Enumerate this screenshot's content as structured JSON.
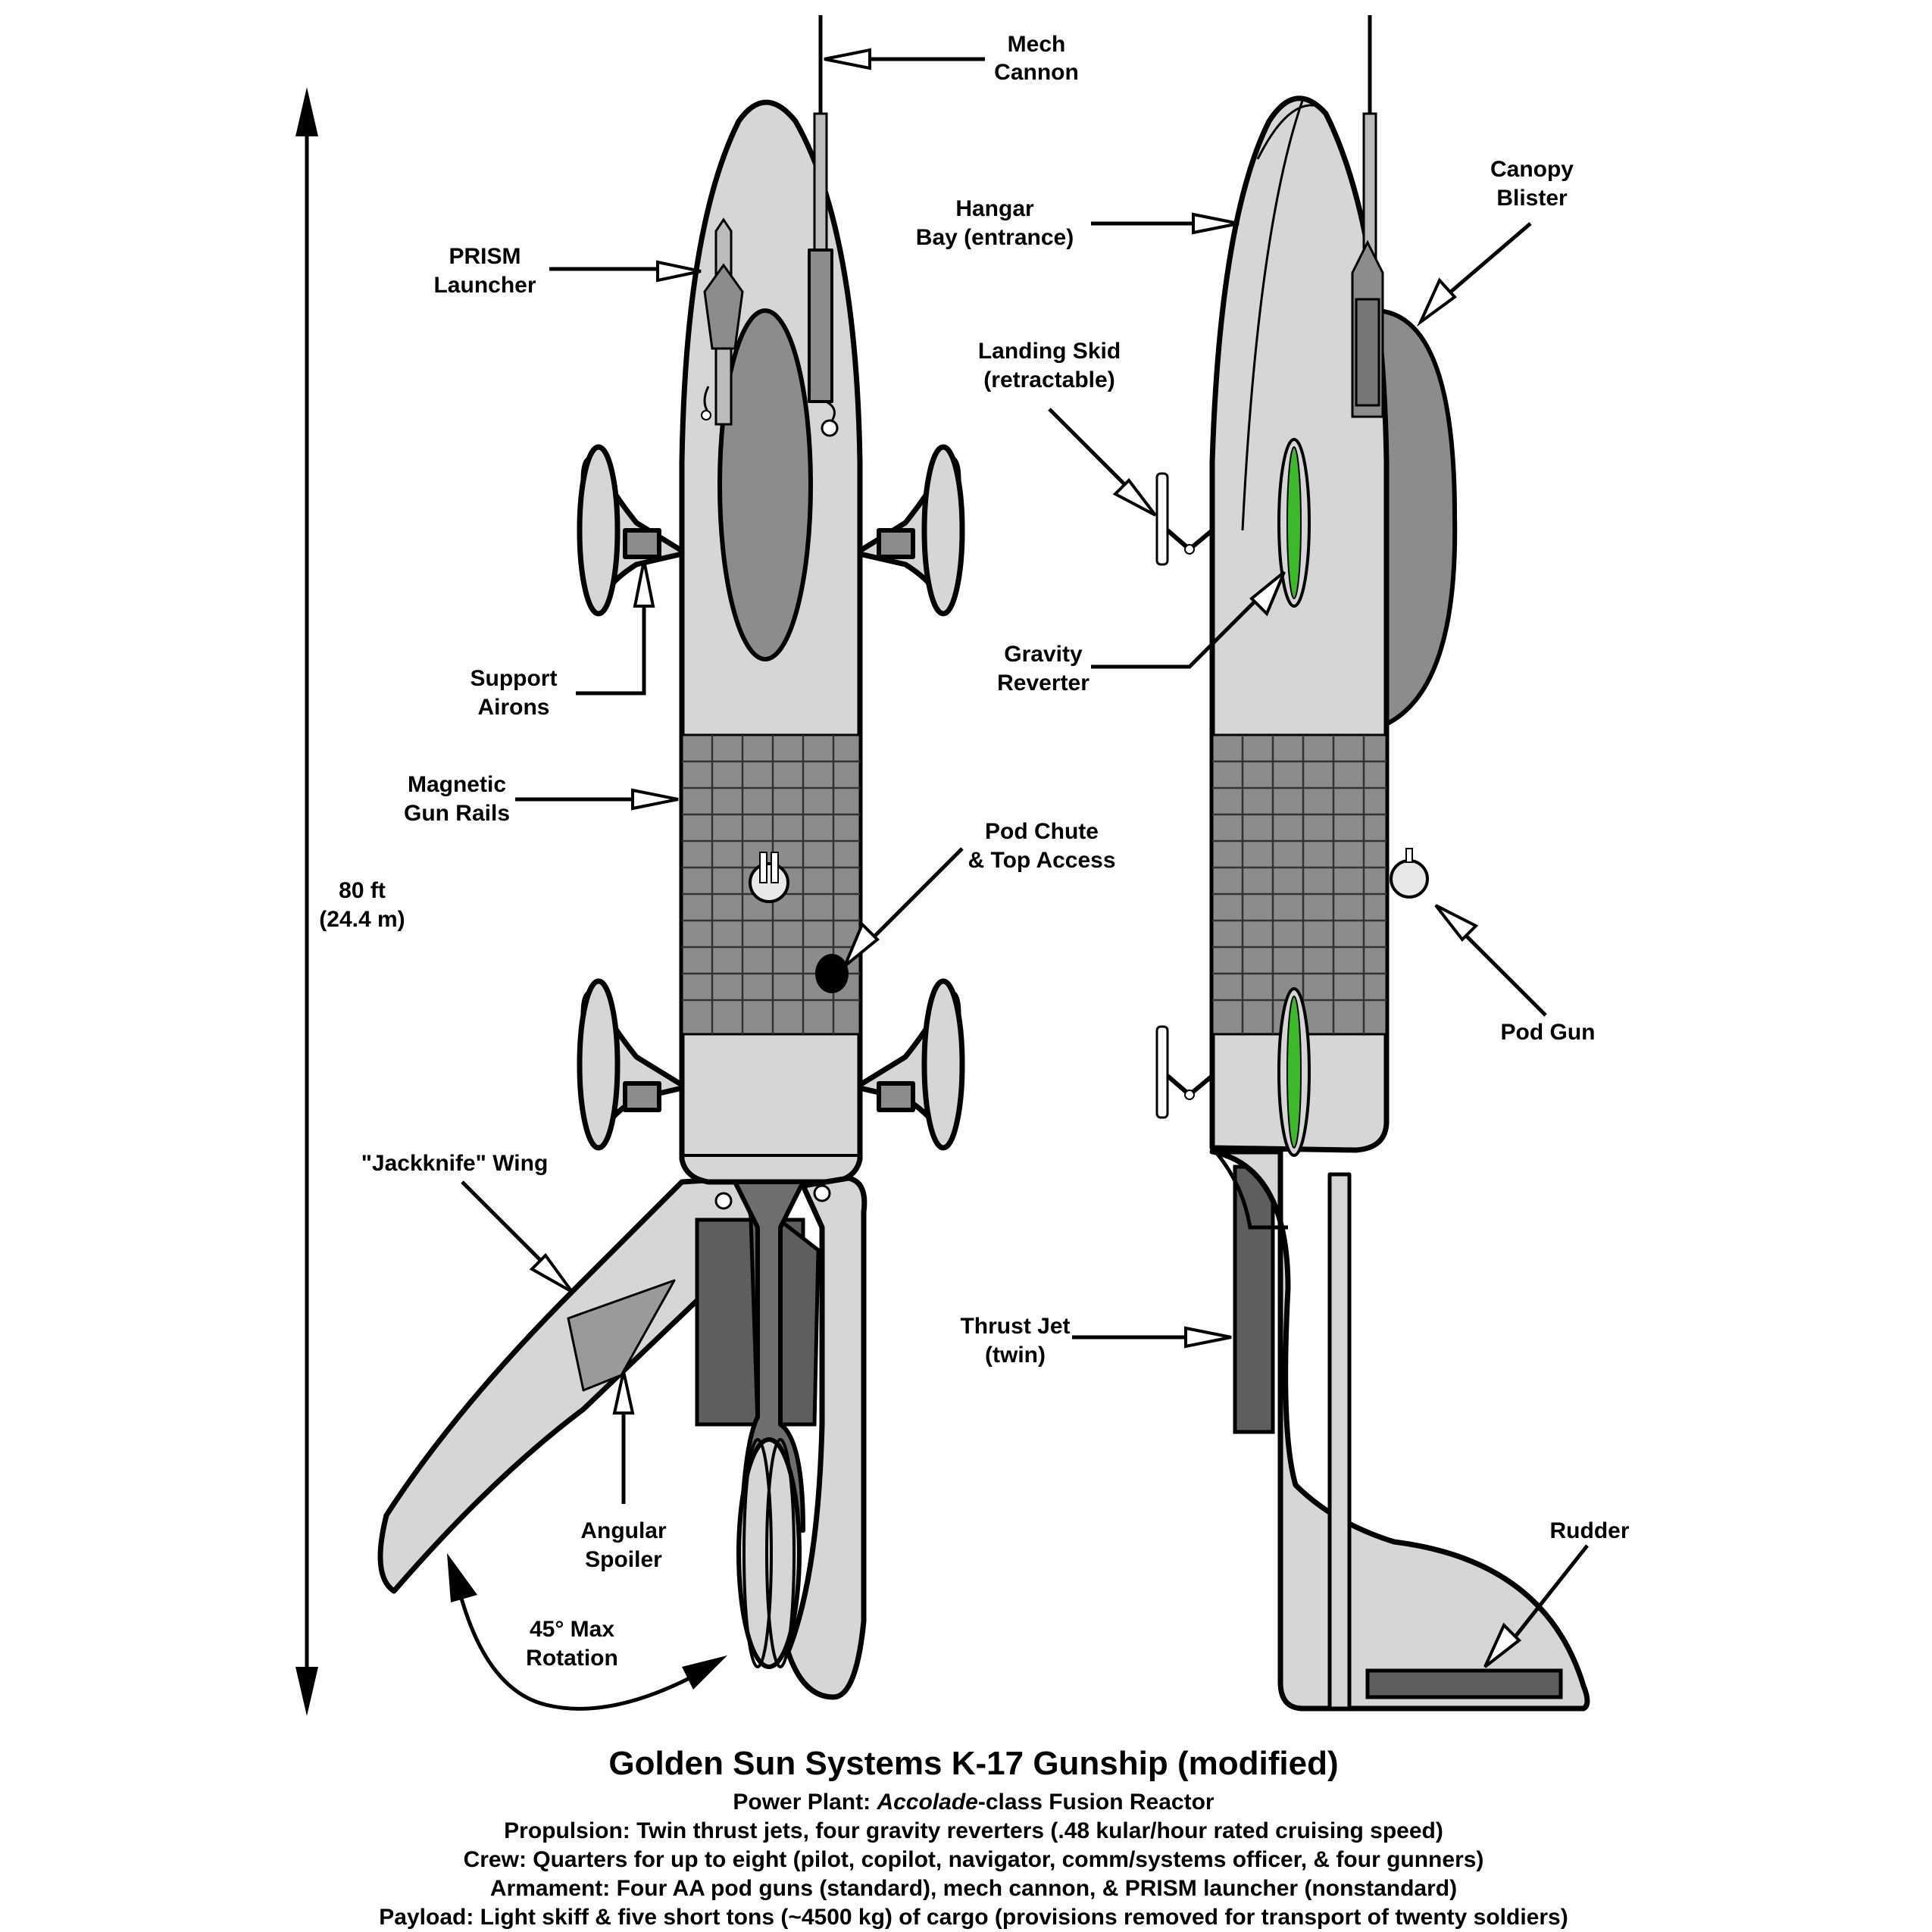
{
  "title": "Golden Sun Systems K-17 Gunship (modified)",
  "specs": {
    "power_plant": {
      "prefix": "Power Plant: ",
      "italic": "Accolade",
      "suffix": "-class Fusion Reactor"
    },
    "propulsion": "Propulsion: Twin thrust jets, four gravity reverters (.48 kular/hour rated cruising speed)",
    "crew": "Crew: Quarters for up to eight (pilot, copilot, navigator, comm/systems officer, & four gunners)",
    "armament": "Armament: Four AA pod guns (standard), mech cannon, & PRISM launcher (nonstandard)",
    "payload": "Payload: Light skiff & five short tons (~4500 kg) of cargo (provisions removed for transport of twenty soldiers)"
  },
  "dimension": {
    "line1": "80 ft",
    "line2": "(24.4 m)"
  },
  "labels": {
    "mech_cannon": [
      "Mech",
      "Cannon"
    ],
    "prism_launcher": [
      "PRISM",
      "Launcher"
    ],
    "support_airons": [
      "Support",
      "Airons"
    ],
    "magnetic_gun_rails": [
      "Magnetic",
      "Gun Rails"
    ],
    "pod_chute": [
      "Pod Chute",
      "& Top Access"
    ],
    "jackknife_wing": "\"Jackknife\" Wing",
    "angular_spoiler": [
      "Angular",
      "Spoiler"
    ],
    "max_rotation": [
      "45° Max",
      "Rotation"
    ],
    "hangar_bay": [
      "Hangar",
      "Bay (entrance)"
    ],
    "canopy_blister": [
      "Canopy",
      "Blister"
    ],
    "landing_skid": [
      "Landing Skid",
      "(retractable)"
    ],
    "gravity_reverter": [
      "Gravity",
      "Reverter"
    ],
    "pod_gun": "Pod Gun",
    "thrust_jet": [
      "Thrust Jet",
      "(twin)"
    ],
    "rudder": "Rudder"
  },
  "colors": {
    "hull": "#d6d6d6",
    "panel_dark": "#8c8c8c",
    "engine_dark": "#5e5e5e",
    "gravity_reverter_accent": "#3cb82a",
    "outline": "#000000"
  }
}
